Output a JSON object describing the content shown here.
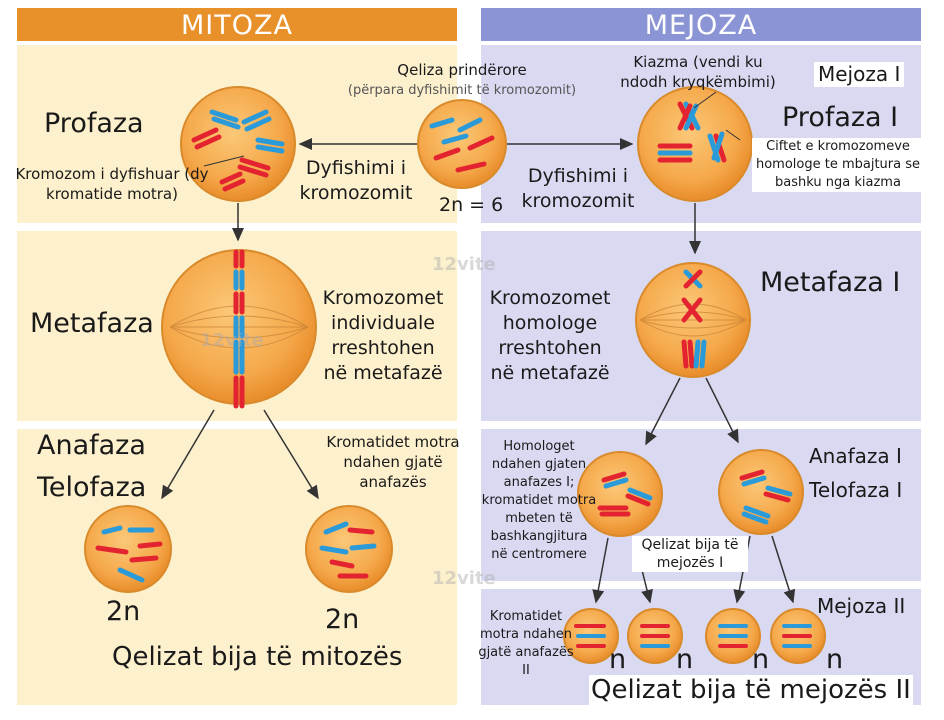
{
  "headers": {
    "mitosis": "MITOZA",
    "meiosis": "MEJOZA"
  },
  "parent": {
    "title": "Qeliza prindërore",
    "subtitle": "(përpara dyfishimit të kromozomit)",
    "count": "2n = 6"
  },
  "duplication_left": "Dyfishimi i kromozomit",
  "duplication_right": "Dyfishimi i kromozomit",
  "mitosis": {
    "prophase": "Profaza",
    "duplicated_chromosome": "Kromozom i dyfishuar (dy kromatide motra)",
    "metaphase": "Metafaza",
    "metaphase_note": "Kromozomet individuale rreshtohen në metafazë",
    "anaphase": "Anafaza",
    "telophase": "Telofaza",
    "anaphase_note": "Kromatidet motra ndahen gjatë anafazës",
    "daughter_left": "2n",
    "daughter_right": "2n",
    "daughter_cells": "Qelizat bija të mitozës"
  },
  "meiosis": {
    "meiosis1": "Mejoza I",
    "chiasma": "Kiazma (vendi ku ndodh kryqkëmbimi)",
    "prophase1": "Profaza I",
    "homolog_pairs": "Ciftet e kromozomeve homologe te mbajtura se bashku nga kiazma",
    "metaphase1": "Metafaza I",
    "metaphase1_note": "Kromozomet homologe rreshtohen në metafazë",
    "anaphase1_note": "Homologet ndahen gjaten anafazes I; kromatidet motra mbeten të bashkangjitura në centromere",
    "anaphase1": "Anafaza I",
    "telophase1": "Telofaza I",
    "daughter_meiosis1": "Qelizat bija të mejozës I",
    "meiosis2": "Mejoza II",
    "anaphase2_note": "Kromatidet motra ndahen gjatë anafazës II",
    "n_labels": [
      "n",
      "n",
      "n",
      "n"
    ],
    "daughter_cells": "Qelizat bija të mejozës II"
  },
  "watermark": "12vite",
  "colors": {
    "mitosis_header": "#e8902a",
    "meiosis_header": "#8b94d4",
    "red": "#e32330",
    "blue": "#2a9ad8",
    "cell": "#f5a84a"
  }
}
